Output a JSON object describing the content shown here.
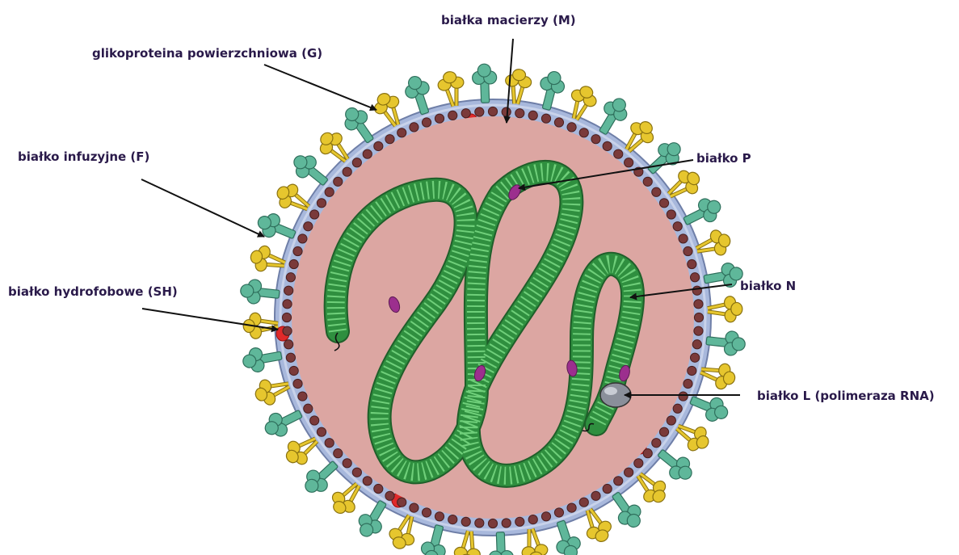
{
  "labels": {
    "matrix": "białka macierzy (M)",
    "glyco": "glikoproteina powierzchniowa (G)",
    "fusion": "białko infuzyjne (F)",
    "hydro": "białko hydrofobowe (SH)",
    "p": "białko P",
    "n": "białko N",
    "l": "białko L (polimeraza RNA)"
  },
  "colors": {
    "interior": "#dca6a2",
    "matrix_beads": "#7a3a3a",
    "envelope": "#a8b8dc",
    "g_spikes": "#5fb79a",
    "f_spikes": "#e6c62e",
    "sh_protein": "#e02a2a",
    "nucleocapsid": "#2f8f3f",
    "p_protein": "#9c2f8e",
    "l_protein": "#8a8f9a",
    "label_text": "#2a1a4a"
  }
}
